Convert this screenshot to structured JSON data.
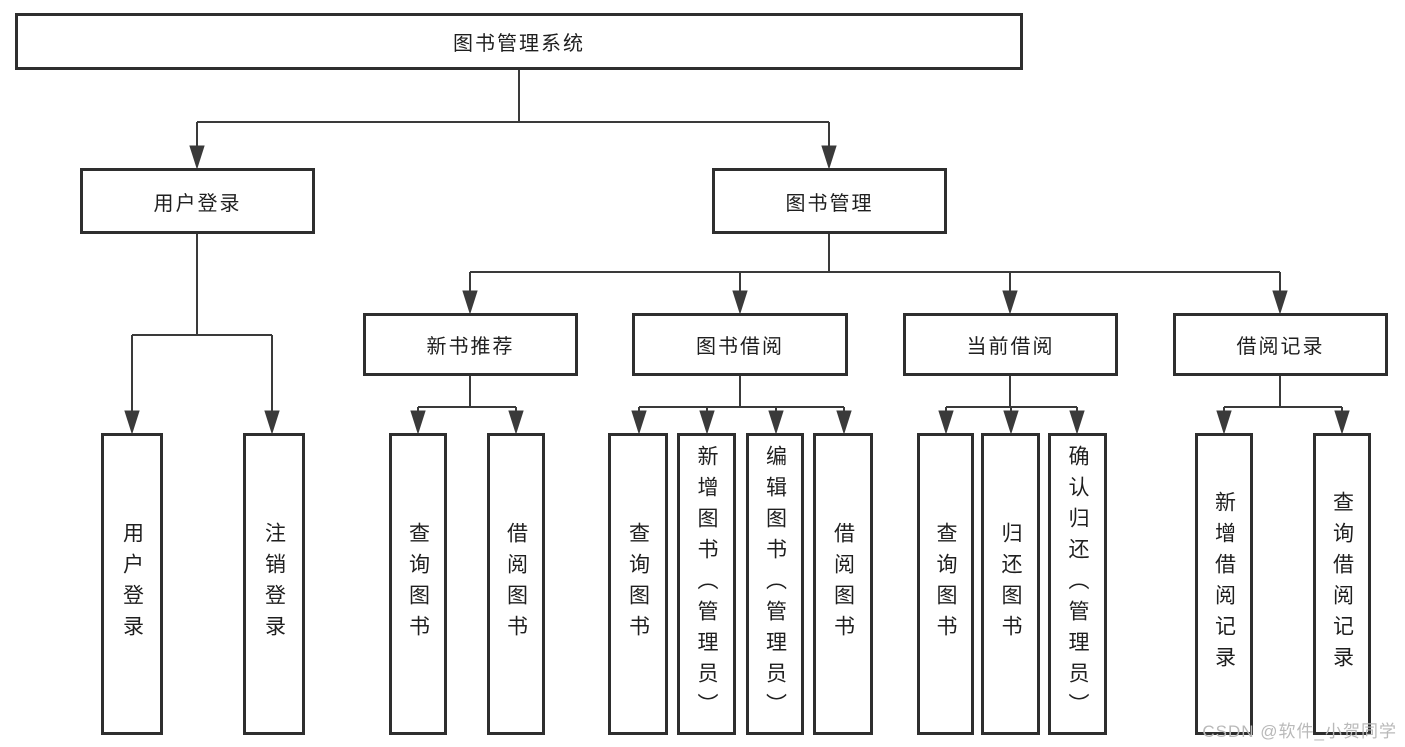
{
  "diagram": {
    "root": {
      "label": "图书管理系统"
    },
    "level2": [
      {
        "label": "用户登录"
      },
      {
        "label": "图书管理"
      }
    ],
    "level3": [
      {
        "label": "新书推荐"
      },
      {
        "label": "图书借阅"
      },
      {
        "label": "当前借阅"
      },
      {
        "label": "借阅记录"
      }
    ],
    "leaves": {
      "user_login": [
        "用户登录",
        "注销登录"
      ],
      "new_books": [
        "查询图书",
        "借阅图书"
      ],
      "book_borrow": [
        "查询图书",
        "新增图书（管理员）",
        "编辑图书（管理员）",
        "借阅图书"
      ],
      "current_borrow": [
        "查询图书",
        "归还图书",
        "确认归还（管理员）"
      ],
      "borrow_records": [
        "新增借阅记录",
        "查询借阅记录"
      ]
    }
  },
  "watermark": {
    "text": "CSDN @软件_小贺同学"
  },
  "colors": {
    "line": "#3a3a3a",
    "border": "#2e2e2e",
    "text": "#1f1f1f",
    "watermark": "#b9b9b9",
    "box_fill": "#ffffff"
  }
}
